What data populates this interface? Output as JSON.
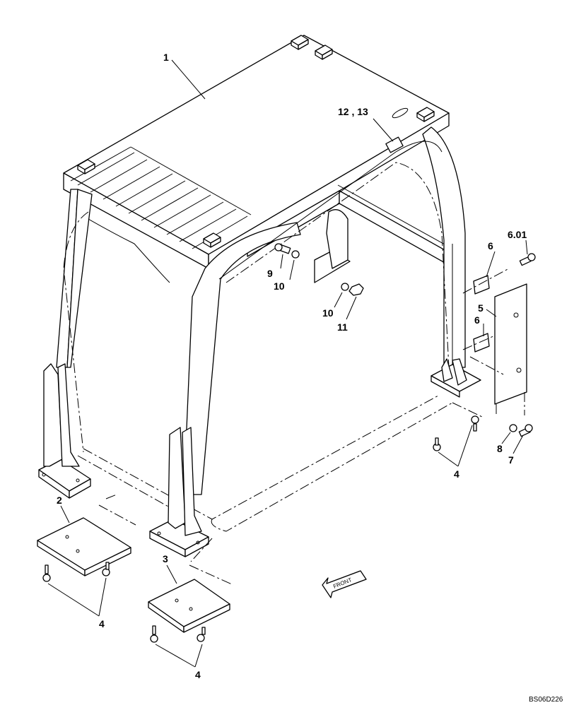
{
  "drawing": {
    "drawing_code": "BS06D226",
    "front_arrow_text": "FRONT",
    "part_labels": {
      "p1": "1",
      "p2": "2",
      "p3": "3",
      "p4a": "4",
      "p4b": "4",
      "p4c": "4",
      "p5": "5",
      "p6a": "6",
      "p6b": "6",
      "p601": "6.01",
      "p7": "7",
      "p8": "8",
      "p9": "9",
      "p10a": "10",
      "p10b": "10",
      "p11": "11",
      "p1213": "12 , 13"
    }
  }
}
